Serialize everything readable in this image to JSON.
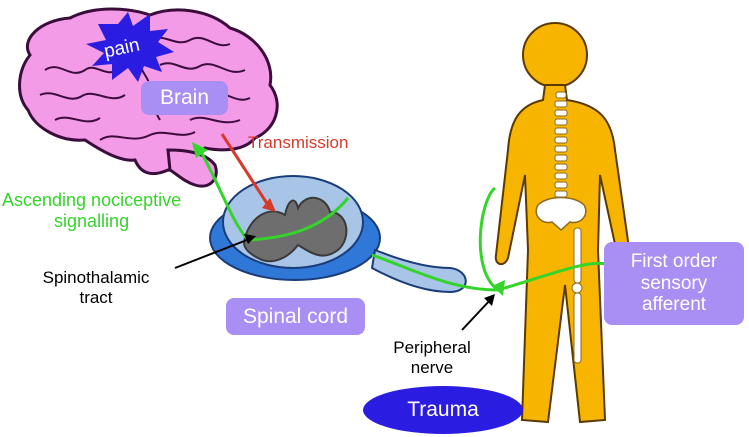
{
  "labels": {
    "pain": "pain",
    "brain": "Brain",
    "transmission": "Transmission",
    "ascending_line1": "Ascending nociceptive",
    "ascending_line2": "signalling",
    "spinothalamic_line1": "Spinothalamic",
    "spinothalamic_line2": "tract",
    "spinal_cord": "Spinal cord",
    "peripheral_line1": "Peripheral",
    "peripheral_line2": "nerve",
    "trauma": "Trauma",
    "first_order_line1": "First order",
    "first_order_line2": "sensory",
    "first_order_line3": "afferent"
  },
  "colors": {
    "brain_fill": "#f39be6",
    "brain_outline": "#3b0d3d",
    "pain_burst": "#2a1ce0",
    "label_box": "#a98ef3",
    "transmission_arrow": "#d63a2a",
    "pathway_green": "#35d42a",
    "body_fill": "#f7b500",
    "spine_white": "#ffffff",
    "cord_blue_light": "#a8c4e6",
    "cord_blue_dark": "#2f78d8",
    "grey_matter": "#6e6e6e",
    "trauma_ellipse": "#2a1ce0"
  }
}
